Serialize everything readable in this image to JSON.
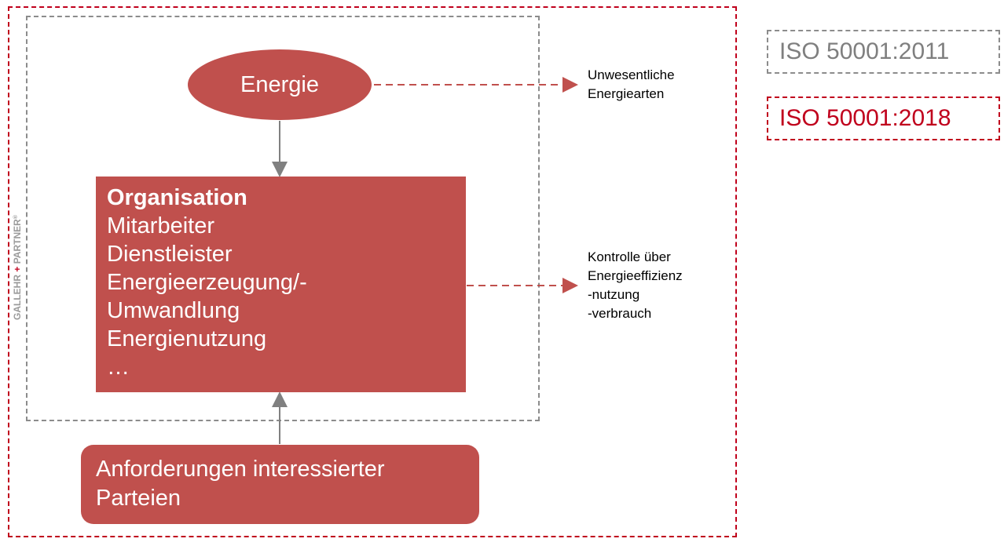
{
  "diagram": {
    "energy_node": "Energie",
    "organisation": {
      "title": "Organisation",
      "items": [
        "Mitarbeiter",
        "Dienstleister",
        "Energieerzeugung/-",
        "Umwandlung",
        "Energienutzung",
        "…"
      ]
    },
    "requirements": [
      "Anforderungen interessierter",
      "Parteien"
    ],
    "side_note_top": [
      "Unwesentliche",
      "Energiearten"
    ],
    "side_note_mid": [
      "Kontrolle über",
      "Energieeffizienz",
      "-nutzung",
      "-verbrauch"
    ]
  },
  "legend": {
    "iso_2011": "ISO 50001:2011",
    "iso_2018": "ISO 50001:2018"
  },
  "logo_text": "GALLEHR + PARTNER®",
  "colors": {
    "box_fill": "#c0504d",
    "frame_2018": "#c0001c",
    "frame_2011": "#8c8c8c",
    "arrow_dashed": "#c0504d",
    "arrow_solid": "#808080"
  }
}
